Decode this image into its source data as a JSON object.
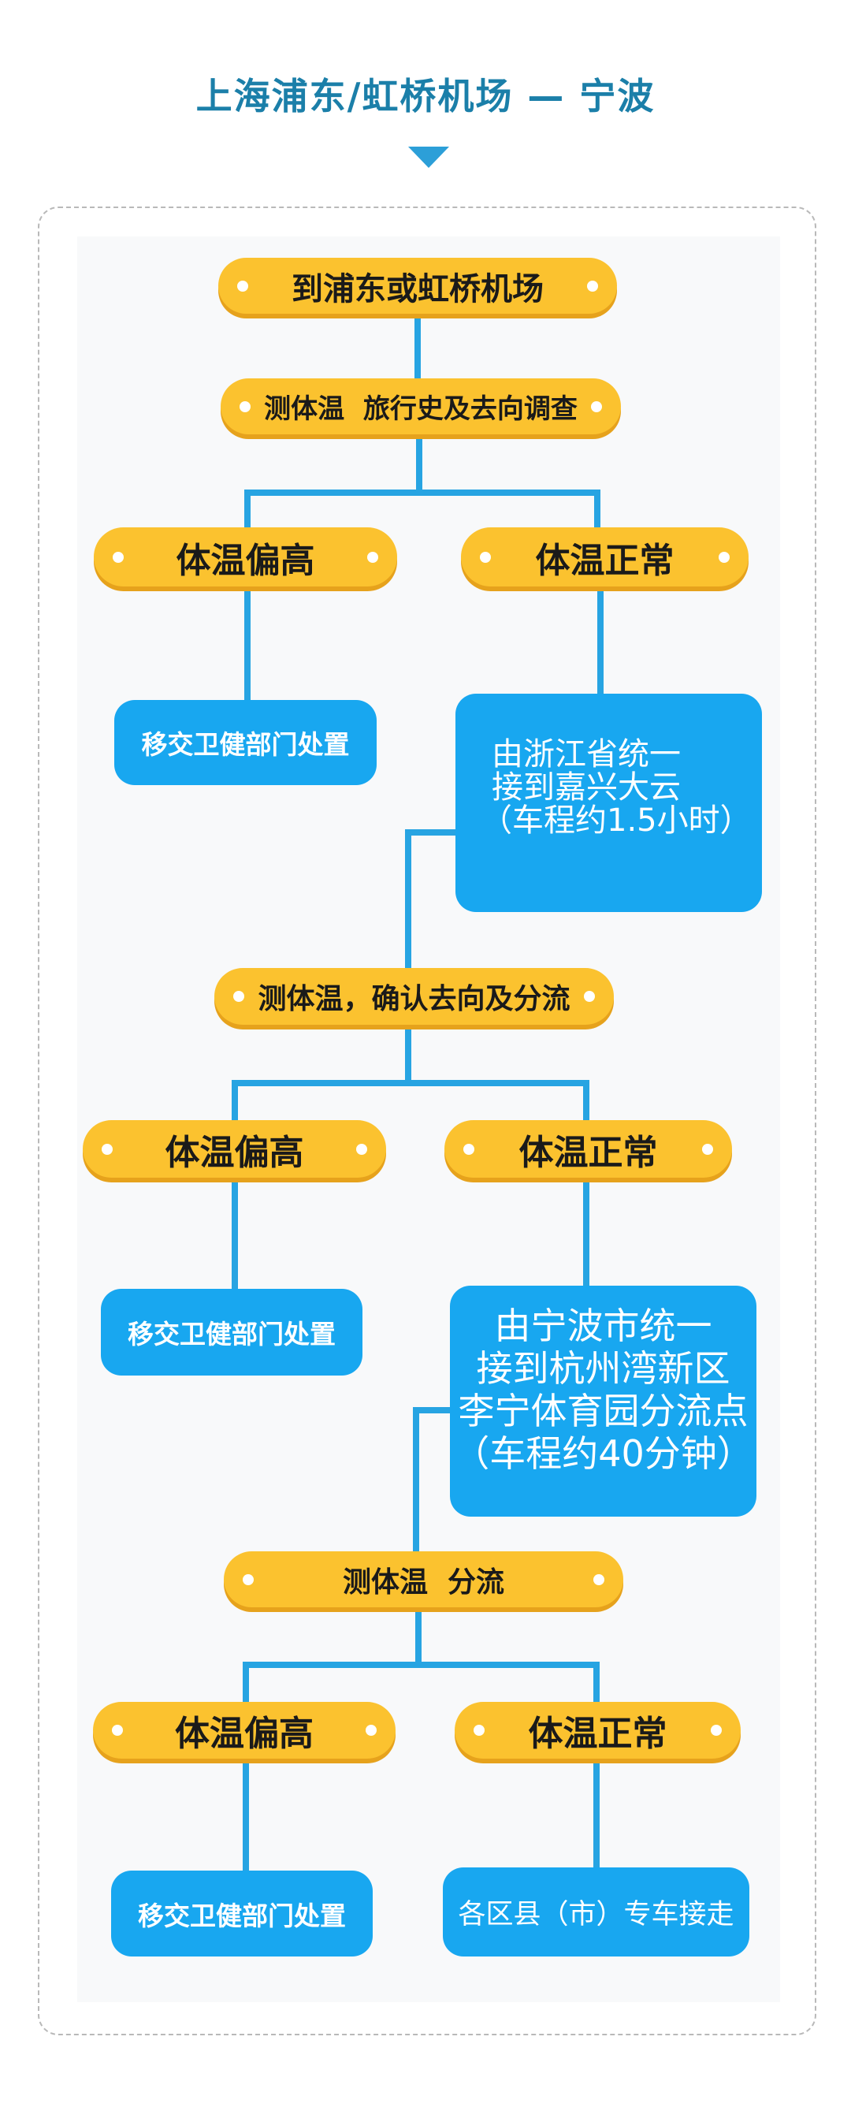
{
  "title": "上海浦东/虹桥机场 — 宁波",
  "colors": {
    "title": "#1b7fa9",
    "pill": "#fbc22f",
    "box": "#18a7f0",
    "line": "#27a4e2"
  },
  "icons": {
    "arrow": "triangle-down-icon"
  },
  "flow": {
    "step1": "到浦东或虹桥机场",
    "step2": "测体温  旅行史及去向调查",
    "branch1_high": "体温偏高",
    "branch1_normal": "体温正常",
    "branch1_high_result": "移交卫健部门处置",
    "branch1_normal_result": [
      "由浙江省统一",
      "接到嘉兴大云",
      "（车程约1.5小时）"
    ],
    "step3": "测体温，确认去向及分流",
    "branch2_high": "体温偏高",
    "branch2_normal": "体温正常",
    "branch2_high_result": "移交卫健部门处置",
    "branch2_normal_result": [
      "由宁波市统一",
      "接到杭州湾新区",
      "李宁体育园分流点",
      "（车程约40分钟）"
    ],
    "step4": "测体温  分流",
    "branch3_high": "体温偏高",
    "branch3_normal": "体温正常",
    "branch3_high_result": "移交卫健部门处置",
    "branch3_normal_result": "各区县（市）专车接走"
  }
}
